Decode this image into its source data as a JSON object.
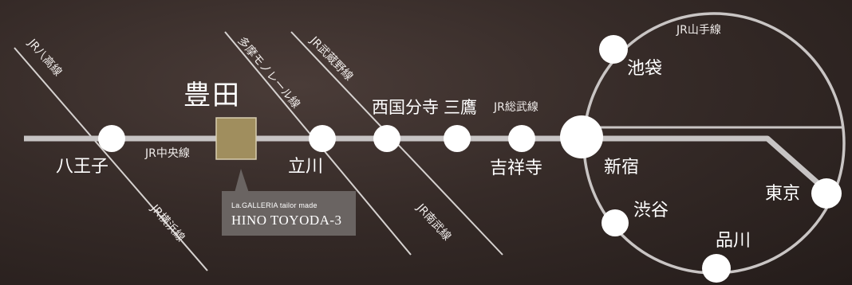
{
  "highlight_station": "豊田",
  "callout": {
    "brand": "La.GALLERIA tailor made",
    "name": "HINO TOYODA-3"
  },
  "stations": {
    "hachioji": "八王子",
    "tachikawa": "立川",
    "nishikokubunji": "西国分寺",
    "mitaka": "三鷹",
    "kichijoji": "吉祥寺",
    "shinjuku": "新宿",
    "ikebukuro": "池袋",
    "shibuya": "渋谷",
    "shinagawa": "品川",
    "tokyo": "東京"
  },
  "lines": {
    "hachiko": "JR八高線",
    "chuo": "JR中央線",
    "yokohama": "JR横浜線",
    "tama_monorail": "多摩モノレール線",
    "musashino": "JR武蔵野線",
    "nambu": "JR南武線",
    "sobu": "JR総武線",
    "yamanote": "JR山手線"
  },
  "colors": {
    "background": "#2e2422",
    "main_line": "#c7c4c4",
    "branch_line": "#d6d2d0",
    "station_fill": "#ffffff",
    "highlight_square": "#a08e5e",
    "callout_bg": "#6a6462"
  }
}
